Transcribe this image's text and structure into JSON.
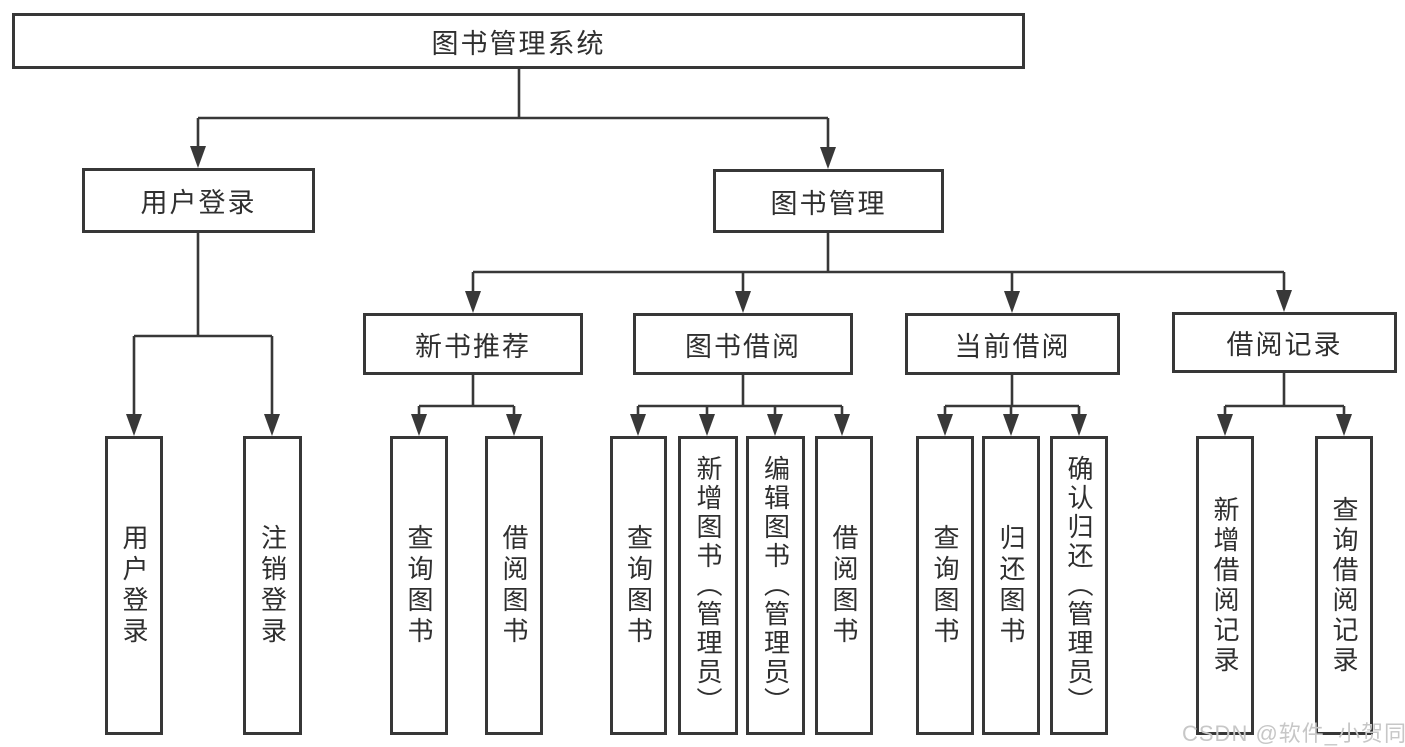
{
  "diagram_title": "图书管理系统",
  "tree": {
    "label": "图书管理系统",
    "children": [
      {
        "label": "用户登录",
        "children": [
          {
            "label": "用户登录"
          },
          {
            "label": "注销登录"
          }
        ]
      },
      {
        "label": "图书管理",
        "children": [
          {
            "label": "新书推荐",
            "children": [
              {
                "label": "查询图书"
              },
              {
                "label": "借阅图书"
              }
            ]
          },
          {
            "label": "图书借阅",
            "children": [
              {
                "label": "查询图书"
              },
              {
                "label": "新增图书（管理员）"
              },
              {
                "label": "编辑图书（管理员）"
              },
              {
                "label": "借阅图书"
              }
            ]
          },
          {
            "label": "当前借阅",
            "children": [
              {
                "label": "查询图书"
              },
              {
                "label": "归还图书"
              },
              {
                "label": "确认归还（管理员）"
              }
            ]
          },
          {
            "label": "借阅记录",
            "children": [
              {
                "label": "新增借阅记录"
              },
              {
                "label": "查询借阅记录"
              }
            ]
          }
        ]
      }
    ]
  },
  "watermark": "CSDN @软件_小贺同学",
  "colors": {
    "line": "#383838",
    "box_border": "#373737",
    "text": "#2f2f2f",
    "background": "#ffffff",
    "watermark": "#c7c7c7"
  }
}
